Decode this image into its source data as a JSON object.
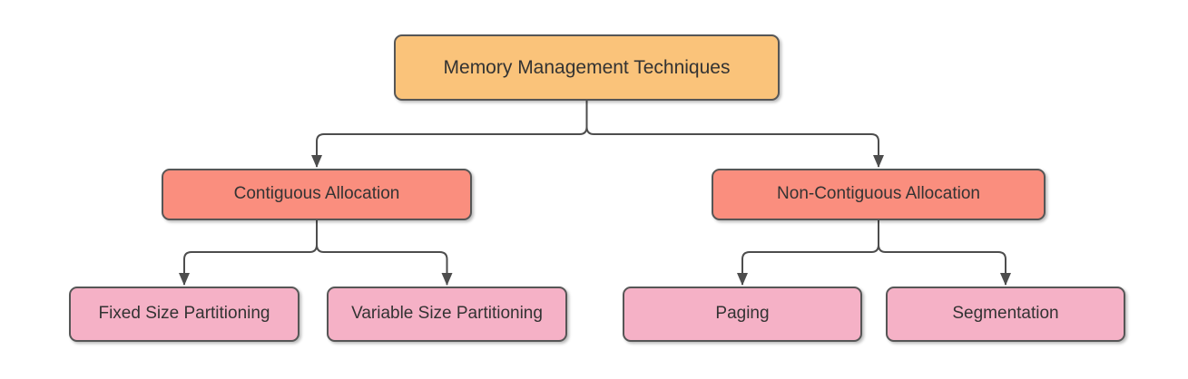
{
  "diagram": {
    "type": "flowchart",
    "nodes": {
      "root": {
        "label": "Memory Management Techniques",
        "fill": "#FAC37A"
      },
      "contiguous": {
        "label": "Contiguous Allocation",
        "fill": "#FA8E7E"
      },
      "noncontiguous": {
        "label": "Non-Contiguous Allocation",
        "fill": "#FA8E7E"
      },
      "fixed": {
        "label": "Fixed Size Partitioning",
        "fill": "#F5B1C6"
      },
      "variable": {
        "label": "Variable Size Partitioning",
        "fill": "#F5B1C6"
      },
      "paging": {
        "label": "Paging",
        "fill": "#F5B1C6"
      },
      "segmentation": {
        "label": "Segmentation",
        "fill": "#F5B1C6"
      }
    },
    "edges": [
      {
        "from": "root",
        "to": "contiguous"
      },
      {
        "from": "root",
        "to": "noncontiguous"
      },
      {
        "from": "contiguous",
        "to": "fixed"
      },
      {
        "from": "contiguous",
        "to": "variable"
      },
      {
        "from": "noncontiguous",
        "to": "paging"
      },
      {
        "from": "noncontiguous",
        "to": "segmentation"
      }
    ],
    "colors": {
      "background": "#FFFFFF",
      "border": "#565656",
      "text": "#333333",
      "connector": "#4D4D4D"
    }
  }
}
